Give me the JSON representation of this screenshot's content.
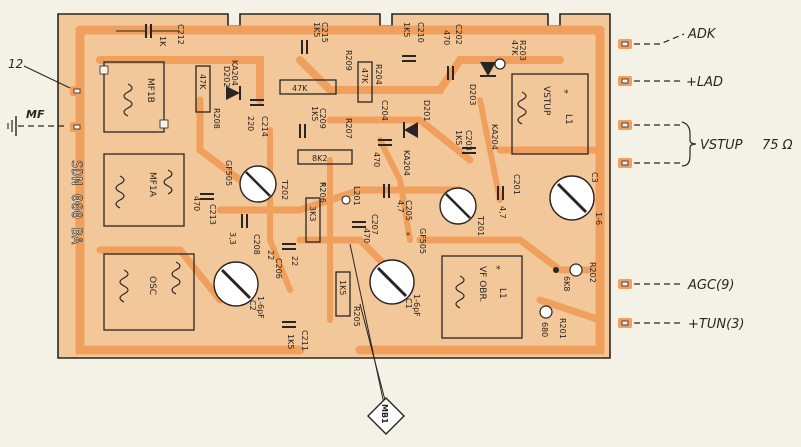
{
  "board": {
    "label_code": "SDN 000 BA"
  },
  "terminals": [
    {
      "id": "adk",
      "label": "ADK"
    },
    {
      "id": "lad",
      "label": "+LAD"
    },
    {
      "id": "vstup",
      "label": "VSTUP",
      "value": "75 Ω"
    },
    {
      "id": "agc",
      "label": "AGC(9)"
    },
    {
      "id": "tun",
      "label": "+TUN(3)"
    },
    {
      "id": "p12",
      "label": "12"
    },
    {
      "id": "mf",
      "label": "MF"
    }
  ],
  "modules": [
    {
      "id": "mf1b",
      "label": "MF1B"
    },
    {
      "id": "mf1a",
      "label": "MF1A"
    },
    {
      "id": "osc",
      "label": "OSC"
    },
    {
      "id": "vstup",
      "label": "VSTUP",
      "mark": "*",
      "coil": "L1"
    },
    {
      "id": "vfobr",
      "label": "VF OBR.",
      "mark": "*",
      "coil": "L1"
    }
  ],
  "trimmers": [
    {
      "id": "c1",
      "ref": "C1",
      "value": "1-6pF"
    },
    {
      "id": "c2",
      "ref": "C2",
      "value": "1-6pF"
    },
    {
      "id": "c3",
      "ref": "C3",
      "value": "1-6"
    }
  ],
  "transistors": [
    {
      "id": "t201",
      "ref": "T201",
      "type": "GF505"
    },
    {
      "id": "t202",
      "ref": "T202",
      "type": "GF505"
    }
  ],
  "parts": {
    "c212": "C212",
    "c212v": "1K",
    "c215": "C215",
    "c215v": "1K5",
    "d202": "D202",
    "d202t": "KA204",
    "r208": "R208",
    "r208v": "47K",
    "c214": "C214",
    "c214v": "220",
    "r209": "R209",
    "r209v": "47K",
    "c209": "C209",
    "c209v": "1K5",
    "r204": "R204",
    "r204v": "47K",
    "r207": "R207",
    "r207v": "8K2",
    "c210": "C210",
    "c210v": "1K5",
    "c202": "C202",
    "c202v": "470",
    "r203": "R203",
    "r203v": "47K",
    "c204": "C204",
    "c204v": "470",
    "d201": "D201",
    "d201t": "KA204",
    "d203": "D203",
    "d203t": "KA204",
    "c203": "C203",
    "c203v": "1K5",
    "c201": "C201",
    "c201v": "4,7",
    "c205": "C205",
    "c205v": "4,7",
    "r206": "R206",
    "r206v": "3K3",
    "c207": "C207",
    "c207v": "470",
    "l201": "L201",
    "c213": "C213",
    "c213v": "470",
    "c208": "C208",
    "c208v": "3,3",
    "c206": "C206",
    "c206v": "22",
    "c206b": "22",
    "c211": "C211",
    "c211v": "1K5",
    "r205": "R205",
    "r205v": "1K5",
    "r202": "R202",
    "r202v": "6K8",
    "r201": "R201",
    "r201v": "680",
    "mb1": "MB1",
    "star": "*"
  },
  "colors": {
    "board_fill": "#f2c79a",
    "track": "#f0a05c",
    "ink": "#2a2522",
    "paper": "#f4f1e7"
  }
}
